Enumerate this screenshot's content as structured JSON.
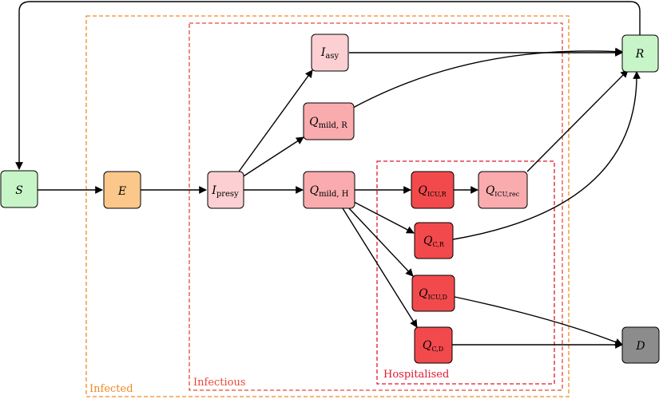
{
  "regions": {
    "infected": {
      "label": "Infected",
      "color": "#f08a24"
    },
    "infectious": {
      "label": "Infectious",
      "color": "#e8473a"
    },
    "hospitalised": {
      "label": "Hospitalised",
      "color": "#e01830"
    }
  },
  "nodes": {
    "S": {
      "main": "S",
      "sub": "",
      "fill": "#c8f5c8"
    },
    "E": {
      "main": "E",
      "sub": "",
      "fill": "#fbc78b"
    },
    "I_presy": {
      "main": "I",
      "sub": "presy",
      "fill": "#fcd0d2"
    },
    "I_asy": {
      "main": "I",
      "sub": "asy",
      "fill": "#fcd0d2"
    },
    "Q_mild_R": {
      "main": "Q",
      "sub": "mild, R",
      "fill": "#f9abae"
    },
    "Q_mild_H": {
      "main": "Q",
      "sub": "mild, H",
      "fill": "#f9abae"
    },
    "Q_ICU_R": {
      "main": "Q",
      "sub": "ICU,R",
      "fill": "#f24a4c"
    },
    "Q_ICU_rec": {
      "main": "Q",
      "sub": "ICU,rec",
      "fill": "#f9abae"
    },
    "Q_C_R": {
      "main": "Q",
      "sub": "C,R",
      "fill": "#f24a4c"
    },
    "Q_ICU_D": {
      "main": "Q",
      "sub": "ICU,D",
      "fill": "#f24a4c"
    },
    "Q_C_D": {
      "main": "Q",
      "sub": "C,D",
      "fill": "#f24a4c"
    },
    "R": {
      "main": "R",
      "sub": "",
      "fill": "#c8f5c8"
    },
    "D": {
      "main": "D",
      "sub": "",
      "fill": "#8c8c8c"
    }
  }
}
